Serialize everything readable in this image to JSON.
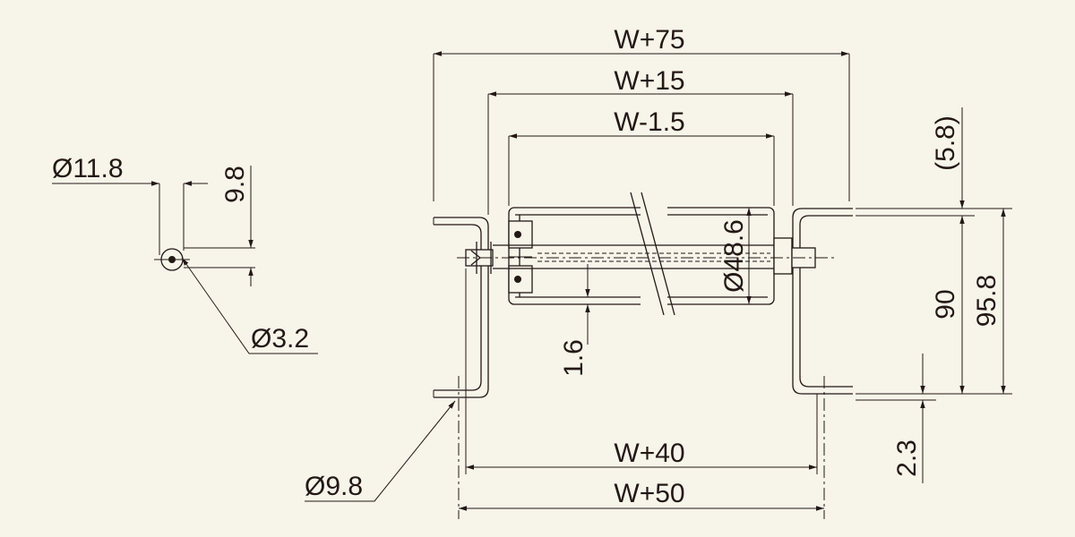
{
  "dimensions": {
    "w_plus_75": "W+75",
    "w_plus_15": "W+15",
    "w_minus_1_5": "W-1.5",
    "w_plus_40": "W+40",
    "w_plus_50": "W+50",
    "dia_48_6": "Ø48.6",
    "dia_11_8": "Ø11.8",
    "dim_9_8": "9.8",
    "dia_3_2": "Ø3.2",
    "dia_9_8": "Ø9.8",
    "dim_1_6": "1.6",
    "dim_5_8": "(5.8)",
    "dim_90": "90",
    "dim_95_8": "95.8",
    "dim_2_3": "2.3"
  },
  "colors": {
    "background": "#f7f4ea",
    "line": "#231815"
  }
}
